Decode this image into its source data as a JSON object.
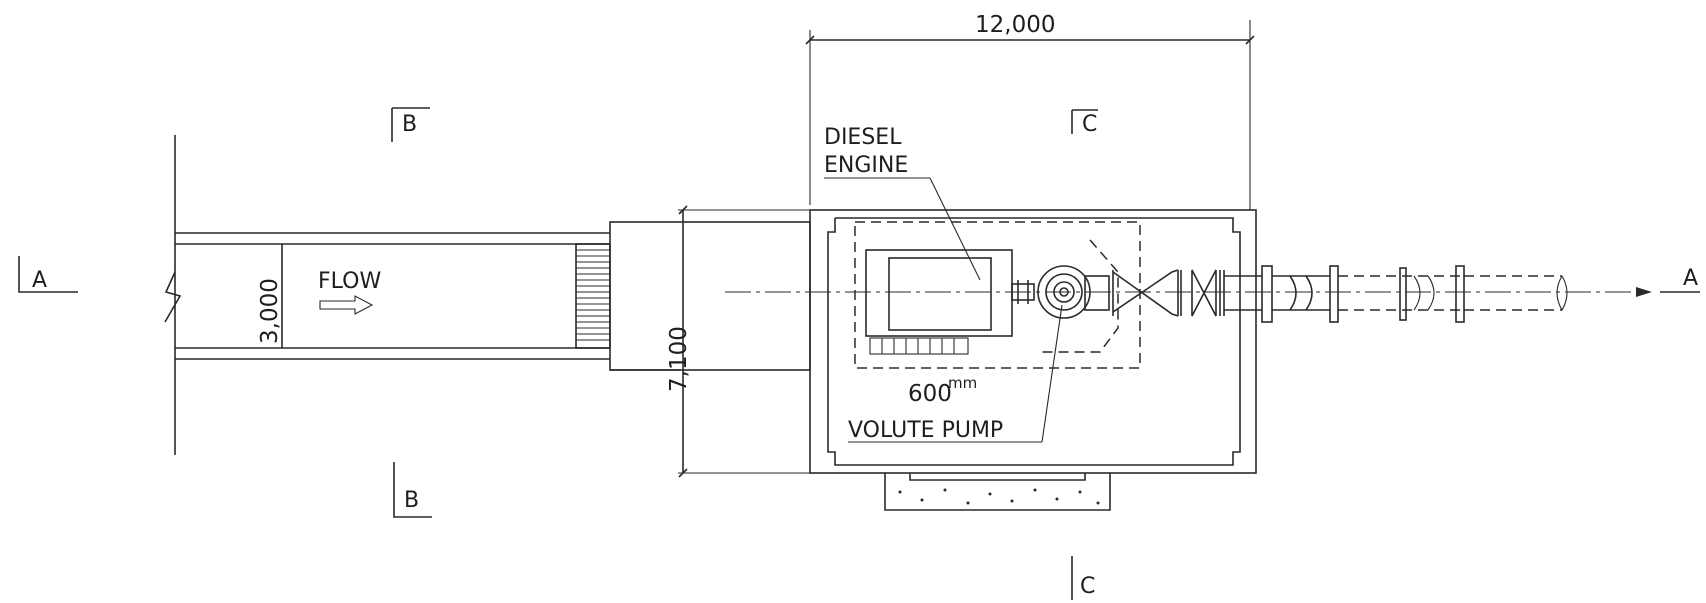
{
  "drawing": {
    "dimensions": {
      "overall_length": "12,000",
      "channel_width": "3,000",
      "pit_width": "7,100"
    },
    "labels": {
      "flow": "FLOW",
      "engine_line1": "DIESEL",
      "engine_line2": "ENGINE",
      "pump_size": "600",
      "pump_unit": "mm",
      "pump_name": "VOLUTE PUMP"
    },
    "sections": {
      "a_left": "A",
      "a_right": "A",
      "b_top": "B",
      "b_bottom": "B",
      "c_top": "C",
      "c_bottom": "C"
    }
  }
}
